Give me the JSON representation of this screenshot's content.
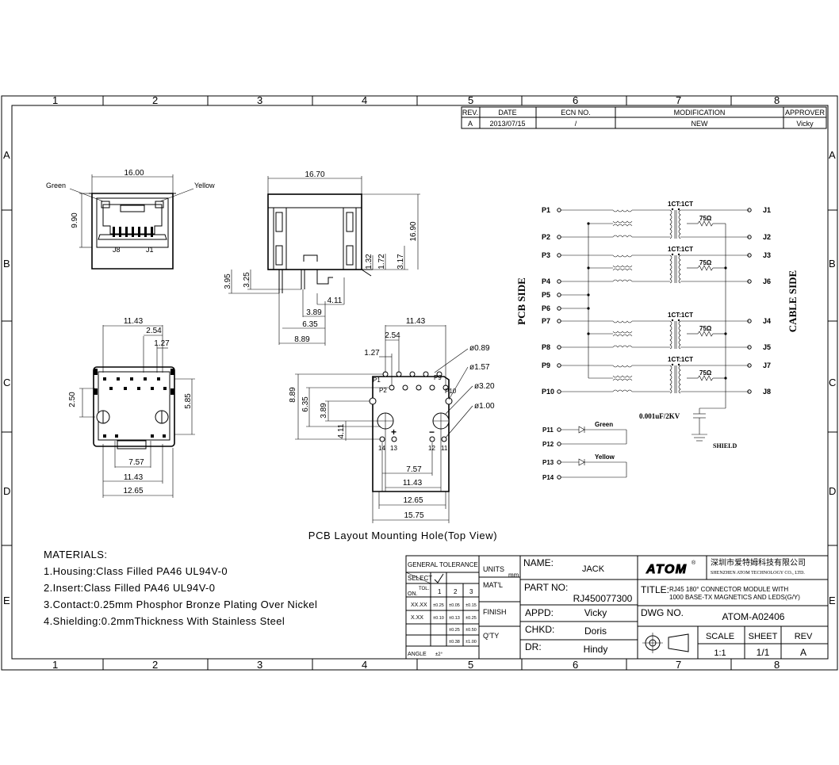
{
  "grid": {
    "columns": [
      "1",
      "2",
      "3",
      "4",
      "5",
      "6",
      "7",
      "8"
    ],
    "rows": [
      "A",
      "B",
      "C",
      "D",
      "E"
    ]
  },
  "revision": {
    "headers": {
      "rev": "REV.",
      "date": "DATE",
      "ecn": "ECN NO.",
      "modification": "MODIFICATION",
      "approver": "APPROVER"
    },
    "row": {
      "rev": "A",
      "date": "2013/07/15",
      "ecn": "/",
      "modification": "NEW",
      "approver": "Vicky"
    }
  },
  "front_view": {
    "width": "16.00",
    "height": "9.90",
    "led_left": "Green",
    "led_right": "Yellow",
    "pin_left": "J8",
    "pin_right": "J1"
  },
  "side_view": {
    "width": "16.70",
    "height": "16.90",
    "d1": "1.32",
    "d2": "1.72",
    "d3": "3.17",
    "d4": "3.95",
    "d5": "3.25",
    "d6": "4.11",
    "d7": "3.89",
    "d8": "6.35",
    "d9": "8.89"
  },
  "bottom_view": {
    "d1": "11.43",
    "d2": "2.54",
    "d3": "1.27",
    "d4": "2.50",
    "d5": "5.85",
    "d6": "7.57",
    "d7": "11.43",
    "d8": "12.65"
  },
  "pcb_layout": {
    "title": "PCB Layout Mounting Hole(Top View)",
    "d_top": "11.43",
    "d_254": "2.54",
    "d_127": "1.27",
    "hole1": "ø0.89",
    "hole2": "ø1.57",
    "hole3": "ø3.20",
    "hole4": "ø1.00",
    "v889": "8.89",
    "v635": "6.35",
    "v389": "3.89",
    "v411": "4.11",
    "h757": "7.57",
    "h1143": "11.43",
    "h1265": "12.65",
    "h1575": "15.75",
    "p1": "P1",
    "p2": "P2",
    "p9": "P9",
    "p10": "P10",
    "n14": "14",
    "n13": "13",
    "n12": "12",
    "n11": "11"
  },
  "schematic": {
    "pcb_side": "PCB SIDE",
    "cable_side": "CABLE SIDE",
    "left_pins": [
      "P1",
      "P2",
      "P3",
      "P4",
      "P5",
      "P6",
      "P7",
      "P8",
      "P9",
      "P10"
    ],
    "right_pins": [
      "J1",
      "J2",
      "J3",
      "J6",
      "J4",
      "J5",
      "J7",
      "J8"
    ],
    "ratio": "1CT:1CT",
    "resistor": "75Ω",
    "cap": "0.001uF/2KV",
    "shield": "SHIELD",
    "led_pins": [
      "P11",
      "P12",
      "P13",
      "P14"
    ],
    "led_green": "Green",
    "led_yellow": "Yellow"
  },
  "materials": {
    "title": "MATERIALS:",
    "lines": [
      "1.Housing:Class Filled PA46 UL94V-0",
      "2.Insert:Class Filled PA46 UL94V-0",
      "3.Contact:0.25mm Phosphor Bronze Plating Over Nickel",
      "4.Shielding:0.2mmThickness With Stainless Steel"
    ]
  },
  "title_block": {
    "general_tolerance": "GENERAL TOLERANCE",
    "select": "SELECT",
    "tol": "TOL.",
    "on": "ON.",
    "cols": [
      "1",
      "2",
      "3"
    ],
    "rows": [
      {
        "label": "XX.XX",
        "v": [
          "±0.25",
          "±0.05",
          "±0.15"
        ]
      },
      {
        "label": "X.XX",
        "v": [
          "±0.10",
          "±0.13",
          "±0.25"
        ]
      },
      {
        "label": "",
        "v": [
          "",
          "±0.25",
          "±0.50"
        ]
      },
      {
        "label": "",
        "v": [
          "",
          "±0.38",
          "±1.00"
        ]
      }
    ],
    "angle": "ANGLE",
    "angle_val": "±2°",
    "units": "UNITS",
    "mm": "mm",
    "matl": "MAT'L",
    "finish": "FINISH",
    "qty": "Q'TY",
    "name_label": "NAME:",
    "name": "JACK",
    "part_label": "PART NO:",
    "part": "RJ450077300",
    "appd_label": "APPD:",
    "appd": "Vicky",
    "chkd_label": "CHKD:",
    "chkd": "Doris",
    "dr_label": "DR:",
    "dr": "Hindy",
    "logo": "ATOM",
    "company_cn": "深圳市爱特姆科技有限公司",
    "company_en": "SHENZHEN ATOM TECHNOLOGY CO., LTD.",
    "title_label": "TITLE:",
    "title_l1": "RJ45 180° CONNECTOR MODULE WITH",
    "title_l2": "1000 BASE-TX MAGNETICS AND LEDS(G/Y)",
    "dwg_label": "DWG NO.",
    "dwg": "ATOM-A02406",
    "scale_label": "SCALE",
    "scale": "1:1",
    "sheet_label": "SHEET",
    "sheet": "1/1",
    "rev_label": "REV",
    "rev": "A"
  }
}
